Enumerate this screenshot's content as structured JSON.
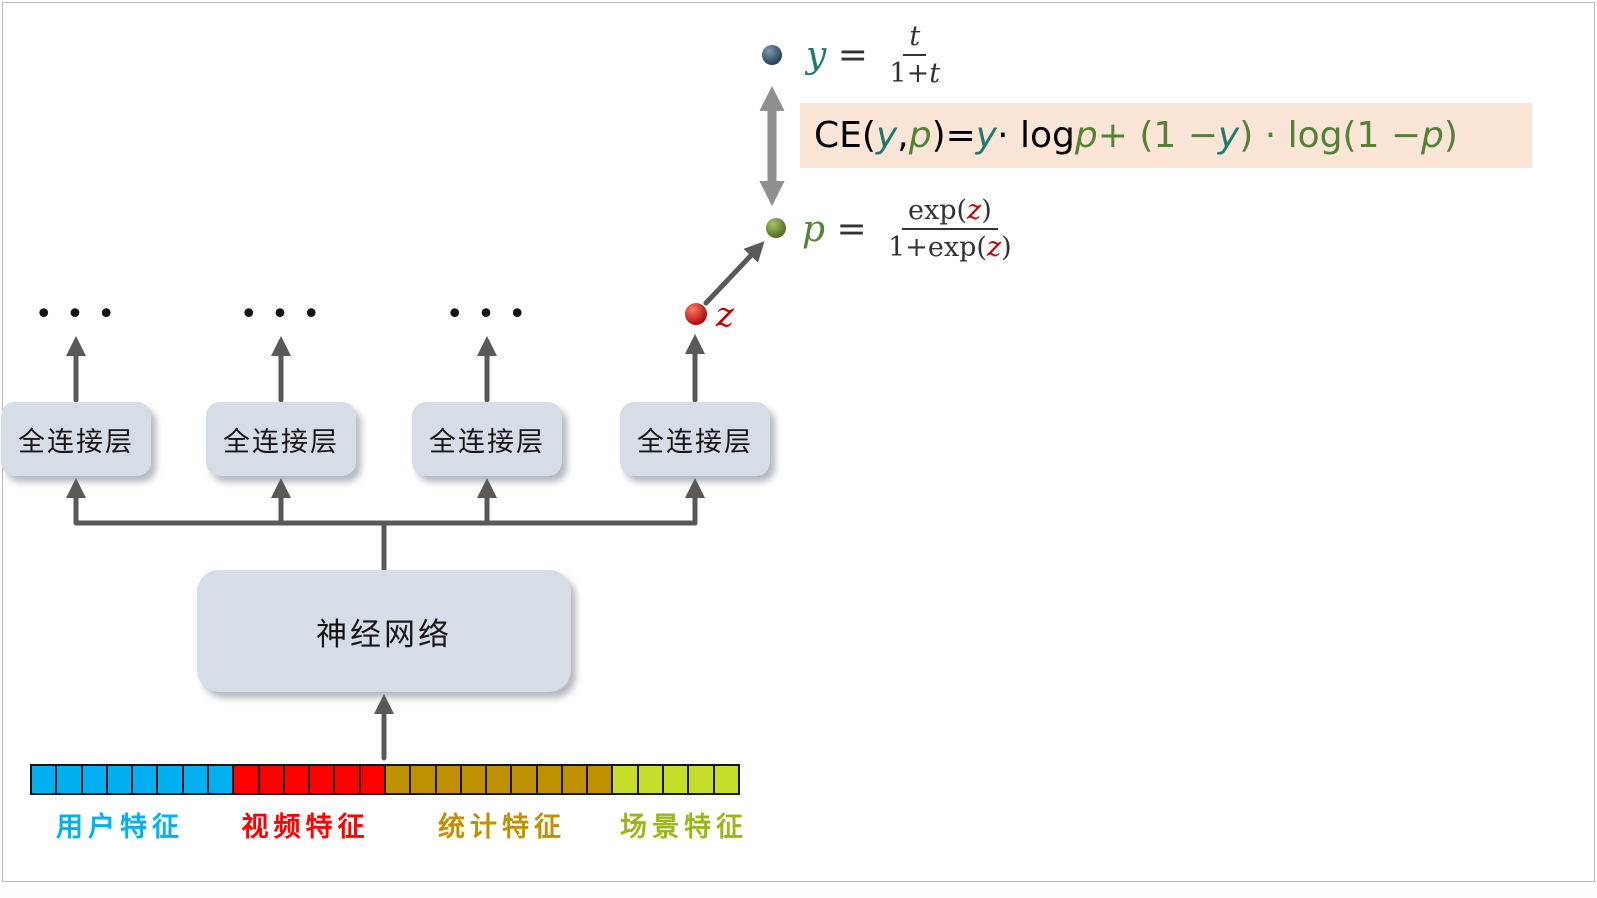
{
  "colors": {
    "arrow": "#595959",
    "double_arrow": "#8f8f8f",
    "box_fill": "#d7dde6",
    "ce_background": "#fbe5d6",
    "y_teal": "#1f7a6e",
    "p_green": "#538135",
    "z_red": "#c00000",
    "node_y": "#2e4d63",
    "node_p": "#6a8f33",
    "node_z": "#d00000",
    "user_feature": "#00b0f0",
    "video_feature": "#ff0000",
    "stat_feature": "#bf9000",
    "scene_feature": "#c6de29"
  },
  "ellipsis": "• • •",
  "fc_layers": [
    {
      "label": "全连接层"
    },
    {
      "label": "全连接层"
    },
    {
      "label": "全连接层"
    },
    {
      "label": "全连接层"
    }
  ],
  "nn_label": "神经网络",
  "formulas": {
    "y_def": {
      "var": "y",
      "eq": "=",
      "frac": {
        "num": "t",
        "den_pre": "1+",
        "den_var": "t"
      }
    },
    "p_def": {
      "var": "p",
      "eq": "=",
      "frac": {
        "num_pre": "exp(",
        "num_var": "z",
        "num_post": ")",
        "den_pre": "1+exp(",
        "den_var": "z",
        "den_post": ")"
      }
    },
    "z_label": "z",
    "ce": [
      {
        "t": "CE("
      },
      {
        "t": "y"
      },
      {
        "t": ", "
      },
      {
        "t": "p"
      },
      {
        "t": ")"
      },
      {
        "t": "  =  "
      },
      {
        "t": "y"
      },
      {
        "t": " · log "
      },
      {
        "t": "p"
      },
      {
        "t": " + (1 − "
      },
      {
        "t": "y"
      },
      {
        "t": ") · log(1 − "
      },
      {
        "t": "p"
      },
      {
        "t": ")"
      }
    ]
  },
  "feature_strip": {
    "segments": [
      {
        "name": "user",
        "color": "#00b0f0",
        "cells": 8,
        "label": "用户特征",
        "label_color": "#00b0f0"
      },
      {
        "name": "video",
        "color": "#ff0000",
        "cells": 6,
        "label": "视频特征",
        "label_color": "#ff0000"
      },
      {
        "name": "stat",
        "color": "#bf9000",
        "cells": 9,
        "label": "统计特征",
        "label_color": "#bf9000"
      },
      {
        "name": "scene",
        "color": "#c6de29",
        "cells": 5,
        "label": "场景特征",
        "label_color": "#9cb517"
      }
    ]
  }
}
